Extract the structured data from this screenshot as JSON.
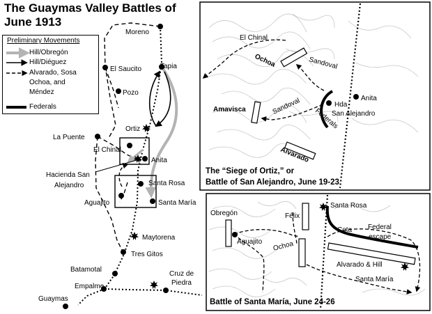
{
  "title": {
    "line1": "The Guaymas Valley Battles of",
    "line2": "June 1913"
  },
  "legend": {
    "heading": "Preliminary Movements",
    "items": [
      {
        "label": "Hill/Obregón",
        "style": "gray-arrow",
        "color": "#b3b3b3"
      },
      {
        "label": "Hill/Diéguez",
        "style": "solid-arrow",
        "color": "#000000"
      },
      {
        "label": "Alvarado, Sosa",
        "style": "dashed-arrow",
        "color": "#000000"
      },
      {
        "label": "Ochoa, and",
        "style": "",
        "color": ""
      },
      {
        "label": "Méndez",
        "style": "",
        "color": ""
      },
      {
        "label": "Federals",
        "style": "thick-line",
        "color": "#000000"
      }
    ]
  },
  "places": {
    "moreno": "Moreno",
    "el_saucito": "El Saucito",
    "tapia": "Tapia",
    "pozo": "Pozo",
    "ortiz": "Ortiz",
    "la_puente": "La Puente",
    "el_chinal": "El Chinal",
    "anita": "Anita",
    "hacienda_1": "Hacienda San",
    "hacienda_2": "Alejandro",
    "santa_rosa": "Santa Rosa",
    "aguajito": "Aguajito",
    "santa_maria": "Santa María",
    "maytorena": "Maytorena",
    "tres_gitos": "Tres Gitos",
    "batamotal": "Batamotal",
    "empalme": "Empalme",
    "cruz_1": "Cruz de",
    "cruz_2": "Piedra",
    "guaymas": "Guaymas"
  },
  "inset_ortiz": {
    "caption_1": "The “Siege of Ortiz,” or",
    "caption_2": "Battle of San Alejandro, June 19-23",
    "el_chinal": "El Chinal",
    "ochoa": "Ochoa",
    "sandoval_1": "Sandoval",
    "sandoval_2": "Sandoval",
    "amavisca": "Amavisca",
    "anita": "Anita",
    "hda_1": "Hda",
    "hda_2": "San Alejandro",
    "federals": "Federals",
    "alvarado": "Alvarado"
  },
  "inset_santa_maria": {
    "caption": "Battle of Santa María, June 24-26",
    "obregon": "Obregón",
    "felix": "Félix",
    "santa_rosa": "Santa Rosa",
    "cota": "Cota",
    "federal_1": "Federal",
    "federal_2": "escape",
    "aguajito": "Aguajito",
    "ochoa": "Ochoa",
    "alvarado_hill": "Alvarado & Hill",
    "santa_maria": "Santa María"
  }
}
